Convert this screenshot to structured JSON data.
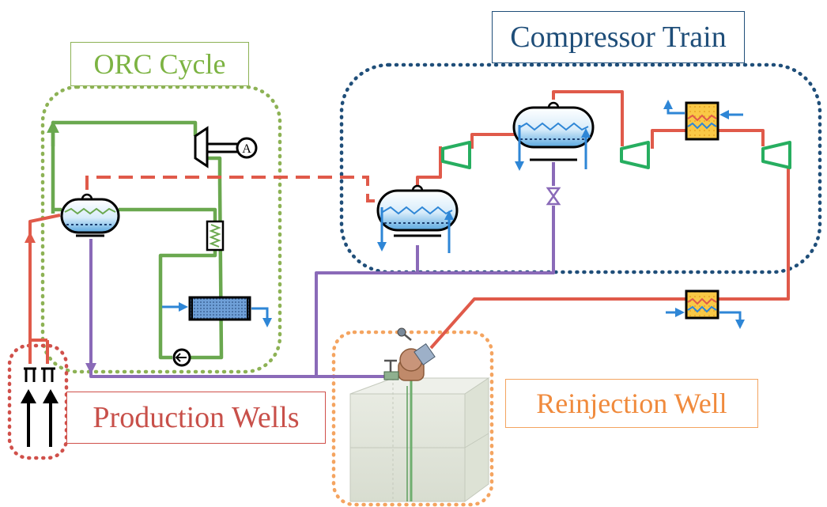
{
  "labels": {
    "orc": "ORC Cycle",
    "compressor": "Compressor Train",
    "production": "Production Wells",
    "reinjection": "Reinjection Well",
    "alternator_symbol": "A"
  },
  "colors": {
    "orc_green": "#7cb342",
    "compressor_navy": "#1f4e79",
    "production_red": "#c8504a",
    "reinjection_orange": "#f08a3c",
    "brine_red": "#e05a4a",
    "reinjection_purple": "#8a6ab8",
    "cooling_blue": "#2e86d6",
    "compressor_green": "#27ae60",
    "heat_exchanger_yellow": "#f9c846"
  },
  "icons": [
    "separator-vessel",
    "turbine",
    "alternator",
    "recuperator",
    "condenser",
    "pump",
    "compressor-stage",
    "intercooler",
    "valve",
    "wellhead",
    "production-well-arrow"
  ]
}
